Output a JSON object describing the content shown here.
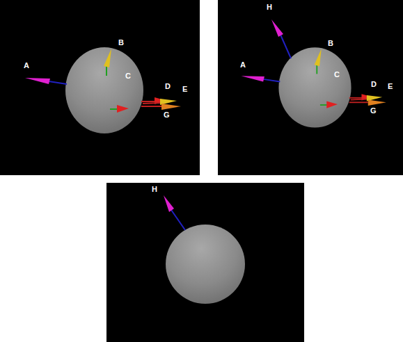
{
  "diagram": {
    "labels": [
      "A",
      "B",
      "C",
      "D",
      "E",
      "G",
      "H",
      "B",
      "A",
      "C",
      "D",
      "E",
      "G",
      "H"
    ]
  }
}
